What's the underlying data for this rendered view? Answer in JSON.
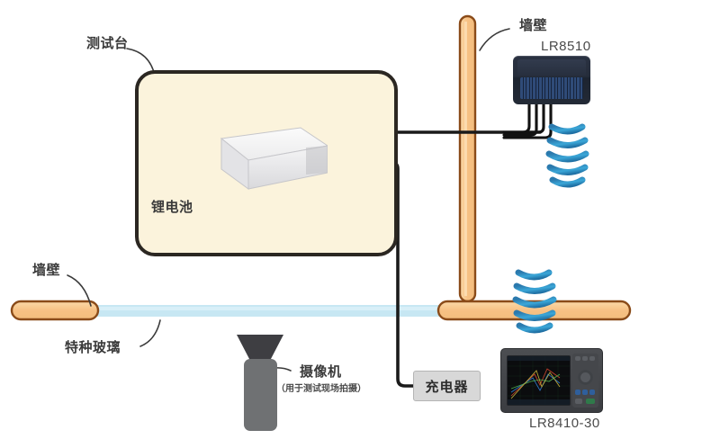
{
  "diagram": {
    "title": "Lithium battery test bench wireless measurement setup",
    "labels": {
      "test_bench": "测试台",
      "lithium_battery": "锂电池",
      "wall_vertical": "墙壁",
      "wall_horizontal": "墙壁",
      "special_glass": "特种玻璃",
      "camera": "摄像机",
      "camera_sub": "（用于测试现场拍摄）",
      "charger": "充电器",
      "logger_lr8510": "LR8510",
      "recorder_lr8410": "LR8410-30"
    },
    "colors": {
      "bench_fill": "#fbf3dc",
      "bench_border": "#2b2722",
      "wall_fill": "#f7c98f",
      "wall_border": "#8a4b19",
      "glass_fill": "#b9e2f0",
      "wire": "#1a1a1a",
      "wireless_signal": "#2a8fc4",
      "charger_fill": "#d8d8d8",
      "camera_body": "#6f7173",
      "camera_hood": "#3e3e42",
      "logger_case": "#262d3b",
      "recorder_case": "#45474b",
      "label_text": "#3a3a3a"
    },
    "components": [
      {
        "name": "test-bench",
        "label": "测试台",
        "type": "enclosure"
      },
      {
        "name": "lithium-battery",
        "label": "锂电池",
        "type": "device-under-test"
      },
      {
        "name": "lr8510-wireless-voltage-temp-unit",
        "label": "LR8510",
        "type": "wireless-logging-unit"
      },
      {
        "name": "lr8410-30-wireless-logging-station",
        "label": "LR8410-30",
        "type": "data-logger"
      },
      {
        "name": "charger",
        "label": "充电器",
        "type": "power-source"
      },
      {
        "name": "camera",
        "label": "摄像机",
        "type": "recording-device"
      },
      {
        "name": "special-glass",
        "label": "特种玻璃",
        "type": "barrier"
      },
      {
        "name": "wall-vertical",
        "label": "墙壁",
        "type": "barrier"
      },
      {
        "name": "wall-horizontal",
        "label": "墙壁",
        "type": "barrier"
      }
    ],
    "connections": [
      {
        "from": "lithium-battery",
        "to": "lr8510",
        "type": "sensor-wire",
        "count": 4
      },
      {
        "from": "lithium-battery",
        "to": "charger",
        "type": "power-cable"
      },
      {
        "from": "lr8510",
        "to": "lr8410-30",
        "type": "wireless",
        "signal": "blue-arcs"
      }
    ],
    "wireless_arcs": {
      "upper_count": 5,
      "lower_count": 5
    }
  }
}
